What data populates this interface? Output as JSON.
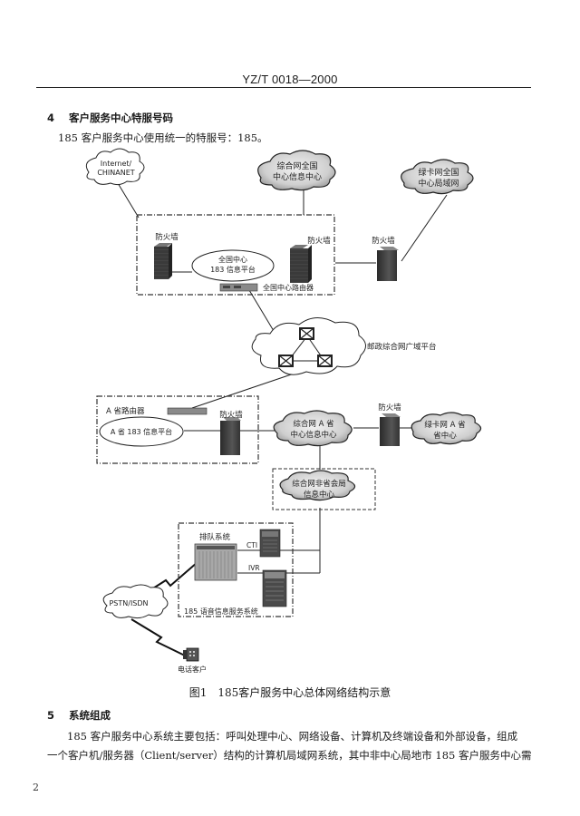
{
  "header": {
    "standard_code": "YZ/T 0018—2000"
  },
  "section4": {
    "number": "4",
    "title": "客户服务中心特服号码",
    "body": "185 客户服务中心使用统一的特服号：185。"
  },
  "diagram": {
    "internet_cloud": {
      "line1": "Internet/",
      "line2": "CHINANET"
    },
    "national_info_center_cloud": {
      "line1": "综合网全国",
      "line2": "中心信息中心"
    },
    "greencard_national_cloud": {
      "line1": "绿卡网全国",
      "line2": "中心局域网"
    },
    "national_box": {
      "firewall_left_label": "防火墙",
      "platform_line1": "全国中心",
      "platform_line2": "183 信息平台",
      "firewall_right_label": "防火墙",
      "router_label": "全国中心路由器"
    },
    "outer_firewall_label": "防火墙",
    "wan_label": "邮政综合网广域平台",
    "province_box": {
      "router_label": "A 省路由器",
      "platform_label": "A 省 183 信息平台",
      "firewall_label": "防火墙"
    },
    "province_info_center_cloud": {
      "line1": "综合网 A 省",
      "line2": "中心信息中心"
    },
    "province_firewall_label": "防火墙",
    "greencard_province_cloud": {
      "line1": "绿卡网 A 省",
      "line2": "省中心"
    },
    "local_bureau_cloud": {
      "line1": "综合网非省会局",
      "line2": "信息中心"
    },
    "voice_box": {
      "queue_system_label": "排队系统",
      "cti_label": "CTI",
      "ivr_label": "IVR",
      "system_label": "185 语音信息服务系统"
    },
    "pstn_cloud": {
      "label": "PSTN/ISDN"
    },
    "phone_customer_label": "电话客户"
  },
  "figure_caption": "图1　185客户服务中心总体网络结构示意",
  "section5": {
    "number": "5",
    "title": "系统组成",
    "body_line1": "185 客户服务中心系统主要包括：呼叫处理中心、网络设备、计算机及终端设备和外部设备，组成",
    "body_line2": "一个客户机/服务器（Client/server）结构的计算机局域网系统，其中非中心局地市 185 客户服务中心需"
  },
  "page_number": "2"
}
